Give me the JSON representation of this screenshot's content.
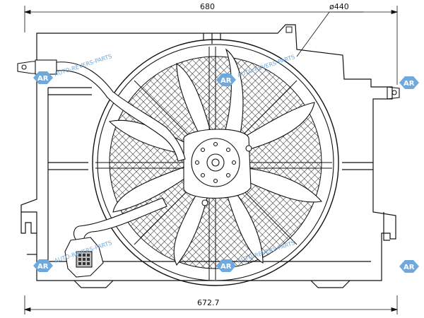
{
  "dimensions": {
    "top_width": "680",
    "fan_diameter": "ø440",
    "bottom_width": "672.7"
  },
  "watermark": {
    "logo": "AR",
    "text": "AUTO-REVERS-PARTS",
    "color": "#6fa8dc"
  }
}
